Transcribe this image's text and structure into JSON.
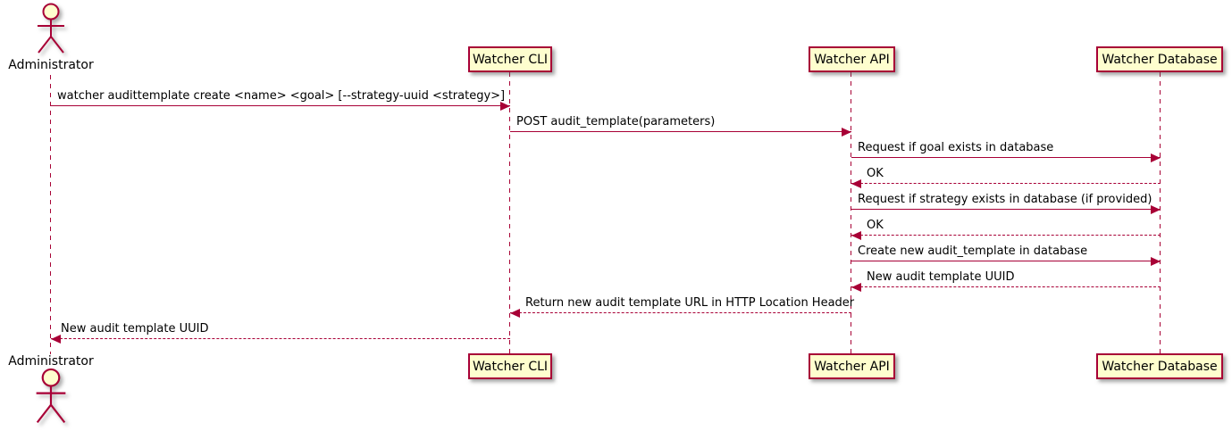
{
  "diagram": {
    "type": "sequence",
    "background": "#FFFFFF",
    "colors": {
      "stroke": "#A80036",
      "participant_fill": "#FEFECE",
      "text": "#000000"
    }
  },
  "actor": {
    "label": "Administrator"
  },
  "participants": [
    {
      "label": "Watcher CLI"
    },
    {
      "label": "Watcher API"
    },
    {
      "label": "Watcher Database"
    }
  ],
  "messages": [
    {
      "from": "Administrator",
      "to": "Watcher CLI",
      "style": "solid",
      "label": "watcher audittemplate create <name> <goal> [--strategy-uuid <strategy>]"
    },
    {
      "from": "Watcher CLI",
      "to": "Watcher API",
      "style": "solid",
      "label": "POST audit_template(parameters)"
    },
    {
      "from": "Watcher API",
      "to": "Watcher Database",
      "style": "solid",
      "label": "Request if goal exists in database"
    },
    {
      "from": "Watcher Database",
      "to": "Watcher API",
      "style": "dashed",
      "label": "OK"
    },
    {
      "from": "Watcher API",
      "to": "Watcher Database",
      "style": "solid",
      "label": "Request if strategy exists in database (if provided)"
    },
    {
      "from": "Watcher Database",
      "to": "Watcher API",
      "style": "dashed",
      "label": "OK"
    },
    {
      "from": "Watcher API",
      "to": "Watcher Database",
      "style": "solid",
      "label": "Create new audit_template in database"
    },
    {
      "from": "Watcher Database",
      "to": "Watcher API",
      "style": "dashed",
      "label": "New audit template UUID"
    },
    {
      "from": "Watcher API",
      "to": "Watcher CLI",
      "style": "dashed",
      "label": "Return new audit template URL in HTTP Location Header"
    },
    {
      "from": "Watcher CLI",
      "to": "Administrator",
      "style": "dashed",
      "label": "New audit template UUID"
    }
  ]
}
